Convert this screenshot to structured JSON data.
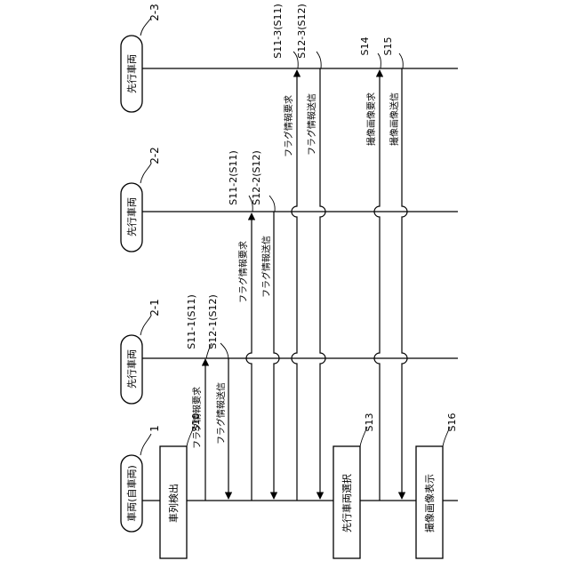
{
  "nodes": {
    "own_vehicle": {
      "label": "車両(自車両)",
      "ref": "1"
    },
    "lead_1": {
      "label": "先行車両",
      "ref": "2-1"
    },
    "lead_2": {
      "label": "先行車両",
      "ref": "2-2"
    },
    "lead_3": {
      "label": "先行車両",
      "ref": "2-3"
    }
  },
  "process_steps": {
    "s10": {
      "label": "車列検出",
      "step": "S10"
    },
    "s13": {
      "label": "先行車両選択",
      "step": "S13"
    },
    "s16": {
      "label": "撮像画像表示",
      "step": "S16"
    }
  },
  "messages": {
    "m11_1": {
      "label": "フラグ情報要求",
      "step": "S11-1(S11)"
    },
    "m12_1": {
      "label": "フラグ情報送信",
      "step": "S12-1(S12)"
    },
    "m11_2": {
      "label": "フラグ情報要求",
      "step": "S11-2(S11)"
    },
    "m12_2": {
      "label": "フラグ情報送信",
      "step": "S12-2(S12)"
    },
    "m11_3": {
      "label": "フラグ情報要求",
      "step": "S11-3(S11)"
    },
    "m12_3": {
      "label": "フラグ情報送信",
      "step": "S12-3(S12)"
    },
    "m14": {
      "label": "撮像画像要求",
      "step": "S14"
    },
    "m15": {
      "label": "撮像画像送信",
      "step": "S15"
    }
  }
}
